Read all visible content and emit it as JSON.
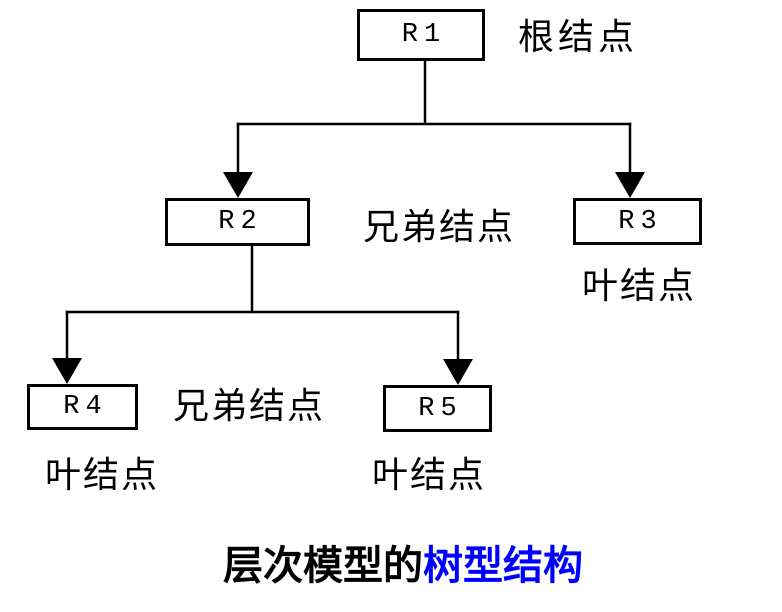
{
  "diagram": {
    "type": "tree",
    "nodes": [
      {
        "id": "R1",
        "label": "R1",
        "annotation": "根结点"
      },
      {
        "id": "R2",
        "label": "R2",
        "annotation": "兄弟结点"
      },
      {
        "id": "R3",
        "label": "R3",
        "annotation": "叶结点"
      },
      {
        "id": "R4",
        "label": "R4",
        "annotation": "兄弟结点"
      },
      {
        "id": "R5",
        "label": "R5",
        "annotation": "叶结点"
      }
    ],
    "edges": [
      {
        "from": "R1",
        "to": "R2"
      },
      {
        "from": "R1",
        "to": "R3"
      },
      {
        "from": "R2",
        "to": "R4"
      },
      {
        "from": "R2",
        "to": "R5"
      }
    ],
    "annotations": {
      "root": "根结点",
      "siblings_upper": "兄弟结点",
      "leaf_r3": "叶结点",
      "siblings_lower": "兄弟结点",
      "leaf_r4": "叶结点",
      "leaf_r5": "叶结点"
    },
    "caption": {
      "prefix": "层次模型的",
      "highlight": "树型结构"
    },
    "colors": {
      "line": "#000000",
      "box_border": "#000000",
      "box_fill": "#ffffff",
      "text": "#000000",
      "caption_highlight": "#0000ff",
      "background": "#ffffff"
    }
  }
}
